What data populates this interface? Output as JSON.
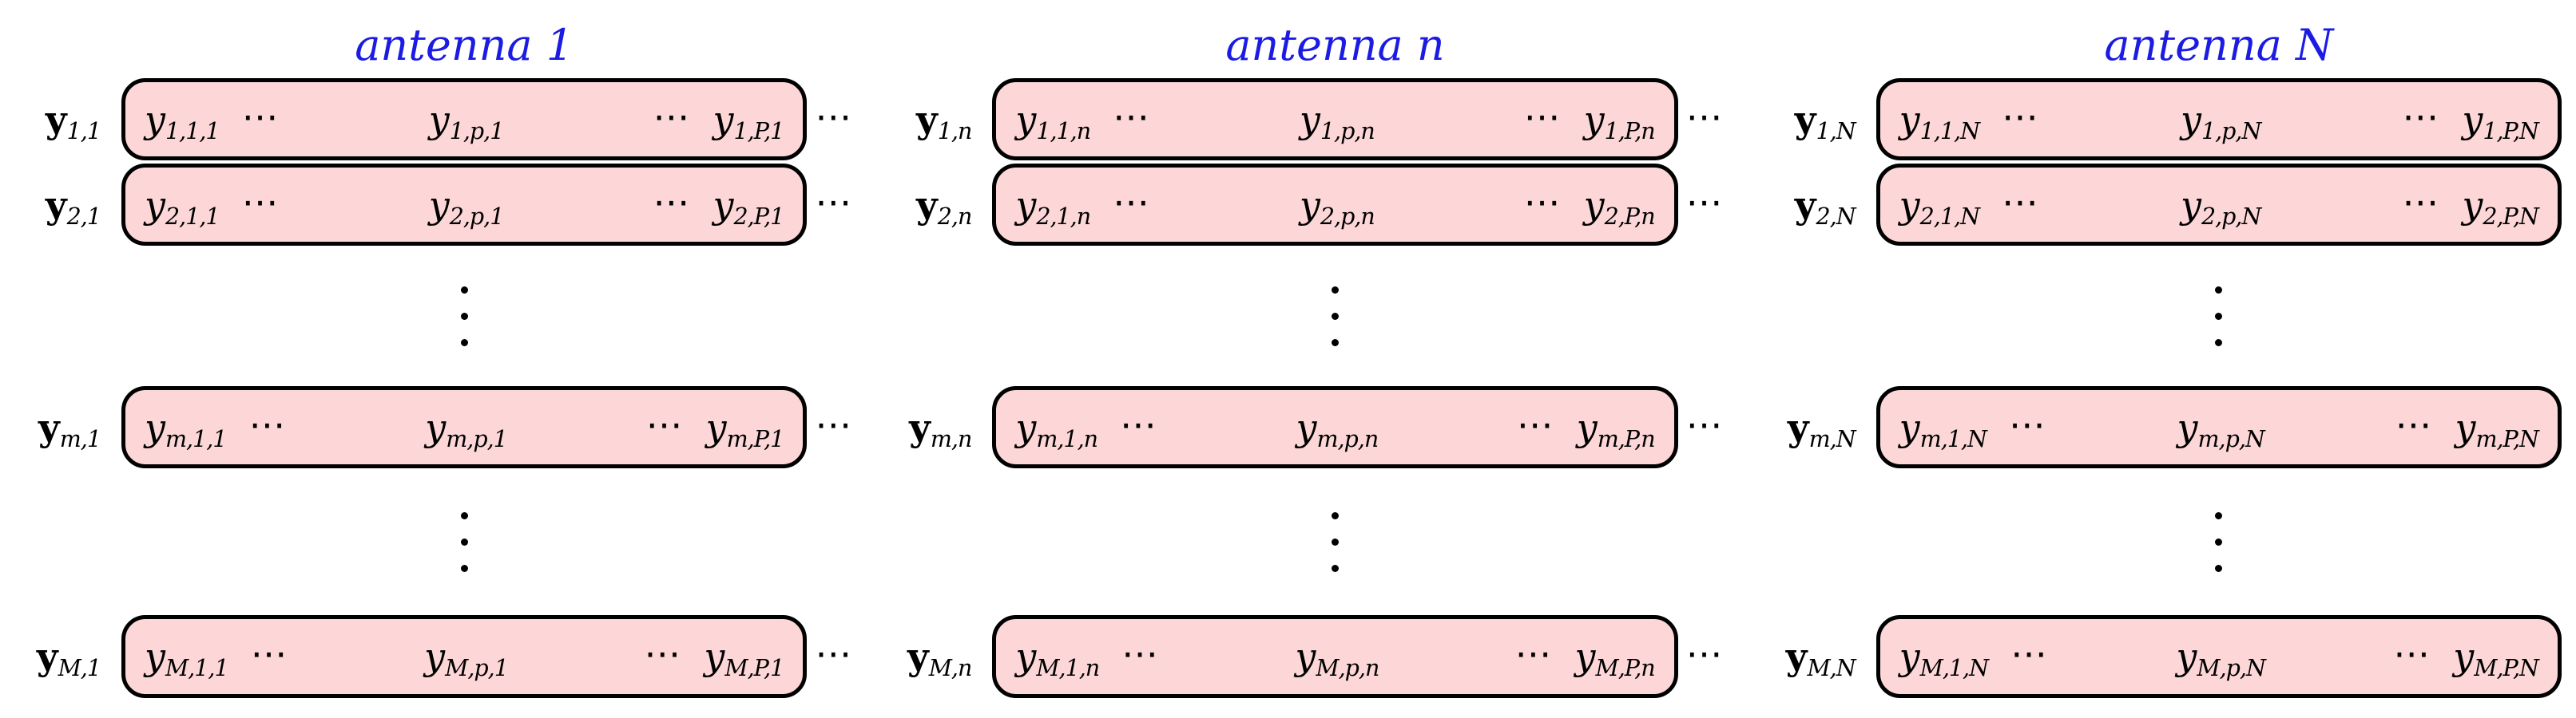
{
  "diagram": {
    "colors": {
      "header_blue": "#1b1be4",
      "box_fill": "#fdd7d7",
      "box_border": "#000000",
      "text": "#000000",
      "background": "#ffffff"
    },
    "separators": {
      "hdots": "⋯",
      "vdots": "⋮"
    },
    "columns": [
      {
        "header": "antenna 1"
      },
      {
        "header": "antenna n"
      },
      {
        "header": "antenna N"
      }
    ],
    "rows": [
      {
        "type": "box",
        "cells": [
          {
            "label": "y_{1,1}",
            "entries": [
              "y_{1,1,1}",
              "⋯",
              "y_{1,p,1}",
              "⋯",
              "y_{1,P,1}"
            ]
          },
          {
            "label": "y_{1,n}",
            "entries": [
              "y_{1,1,n}",
              "⋯",
              "y_{1,p,n}",
              "⋯",
              "y_{1,P,n}"
            ]
          },
          {
            "label": "y_{1,N}",
            "entries": [
              "y_{1,1,N}",
              "⋯",
              "y_{1,p,N}",
              "⋯",
              "y_{1,P,N}"
            ]
          }
        ]
      },
      {
        "type": "box",
        "cells": [
          {
            "label": "y_{2,1}",
            "entries": [
              "y_{2,1,1}",
              "⋯",
              "y_{2,p,1}",
              "⋯",
              "y_{2,P,1}"
            ]
          },
          {
            "label": "y_{2,n}",
            "entries": [
              "y_{2,1,n}",
              "⋯",
              "y_{2,p,n}",
              "⋯",
              "y_{2,P,n}"
            ]
          },
          {
            "label": "y_{2,N}",
            "entries": [
              "y_{2,1,N}",
              "⋯",
              "y_{2,p,N}",
              "⋯",
              "y_{2,P,N}"
            ]
          }
        ]
      },
      {
        "type": "vdots"
      },
      {
        "type": "box",
        "cells": [
          {
            "label": "y_{m,1}",
            "entries": [
              "y_{m,1,1}",
              "⋯",
              "y_{m,p,1}",
              "⋯",
              "y_{m,P,1}"
            ]
          },
          {
            "label": "y_{m,n}",
            "entries": [
              "y_{m,1,n}",
              "⋯",
              "y_{m,p,n}",
              "⋯",
              "y_{m,P,n}"
            ]
          },
          {
            "label": "y_{m,N}",
            "entries": [
              "y_{m,1,N}",
              "⋯",
              "y_{m,p,N}",
              "⋯",
              "y_{m,P,N}"
            ]
          }
        ]
      },
      {
        "type": "vdots"
      },
      {
        "type": "box",
        "cells": [
          {
            "label": "y_{M,1}",
            "entries": [
              "y_{M,1,1}",
              "⋯",
              "y_{M,p,1}",
              "⋯",
              "y_{M,P,1}"
            ]
          },
          {
            "label": "y_{M,n}",
            "entries": [
              "y_{M,1,n}",
              "⋯",
              "y_{M,p,n}",
              "⋯",
              "y_{M,P,n}"
            ]
          },
          {
            "label": "y_{M,N}",
            "entries": [
              "y_{M,1,N}",
              "⋯",
              "y_{M,p,N}",
              "⋯",
              "y_{M,P,N}"
            ]
          }
        ]
      }
    ]
  }
}
